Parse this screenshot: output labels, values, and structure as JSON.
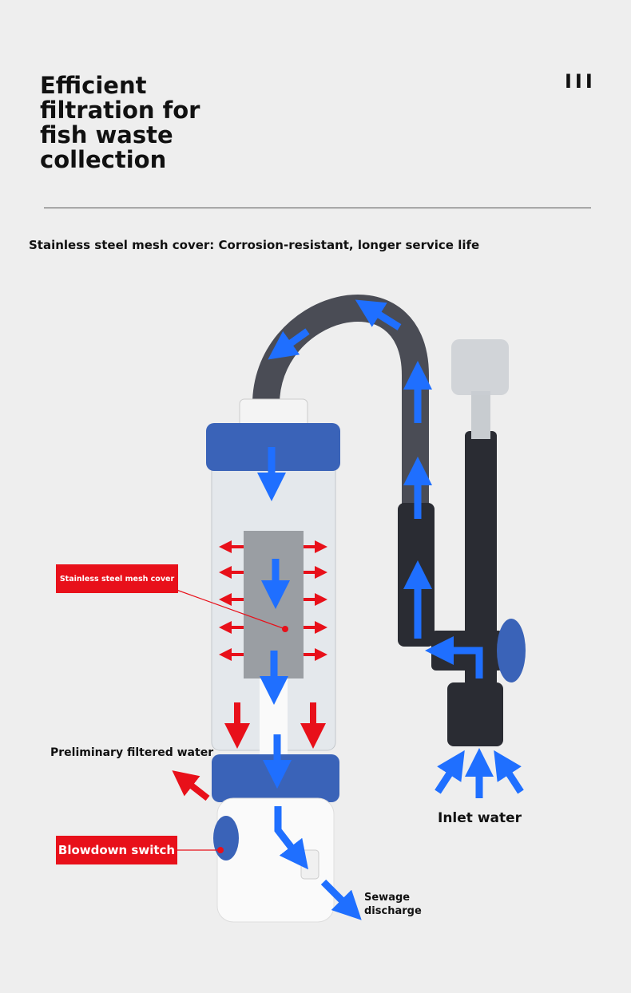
{
  "header": {
    "title": "Efficient filtration for fish waste collection",
    "section_marker": "III"
  },
  "subtitle": "Stainless steel mesh cover: Corrosion-resistant, longer service life",
  "callouts": {
    "mesh_cover": "Stainless steel mesh cover",
    "preliminary": "Preliminary filtered water",
    "blowdown": "Blowdown switch",
    "inlet": "Inlet water",
    "sewage": "Sewage discharge"
  },
  "colors": {
    "accent_red": "#e8101a",
    "flow_blue": "#1f6fff",
    "cap_blue": "#3a63b8"
  }
}
